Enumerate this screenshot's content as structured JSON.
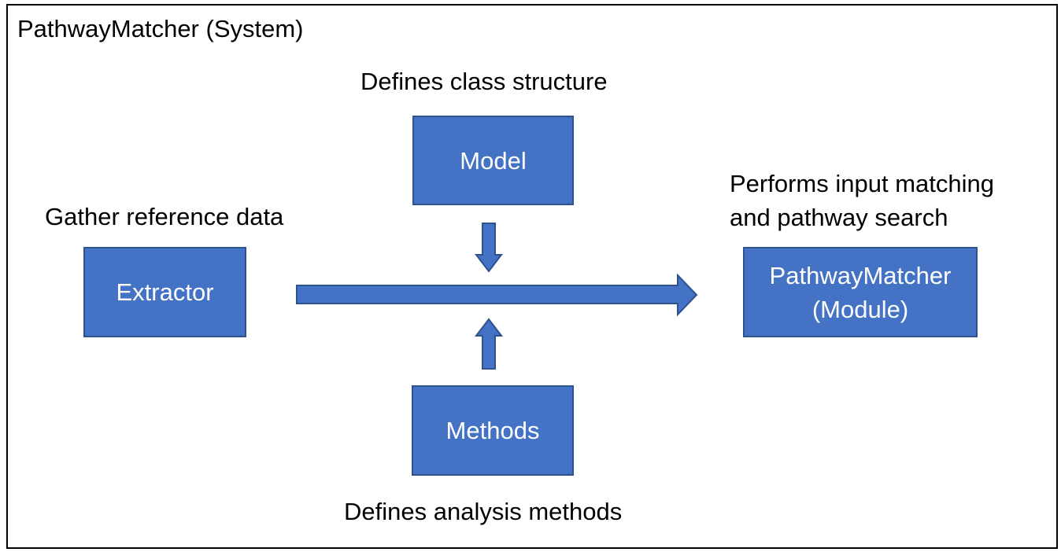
{
  "system": {
    "title": "PathwayMatcher (System)"
  },
  "model": {
    "caption": "Defines class structure",
    "label": "Model"
  },
  "extractor": {
    "caption": "Gather reference data",
    "label": "Extractor"
  },
  "methods": {
    "caption": "Defines analysis methods",
    "label": "Methods"
  },
  "matcher": {
    "caption_line1": "Performs input matching",
    "caption_line2": "and pathway search",
    "label_line1": "PathwayMatcher",
    "label_line2": "(Module)"
  },
  "colors": {
    "box_fill": "#4472c4",
    "box_border": "#2f528f",
    "box_text": "#ffffff",
    "frame_border": "#000000"
  },
  "icons": {
    "main_flow": "arrow-right-icon",
    "model_link": "arrow-down-icon",
    "methods_link": "arrow-up-icon"
  }
}
